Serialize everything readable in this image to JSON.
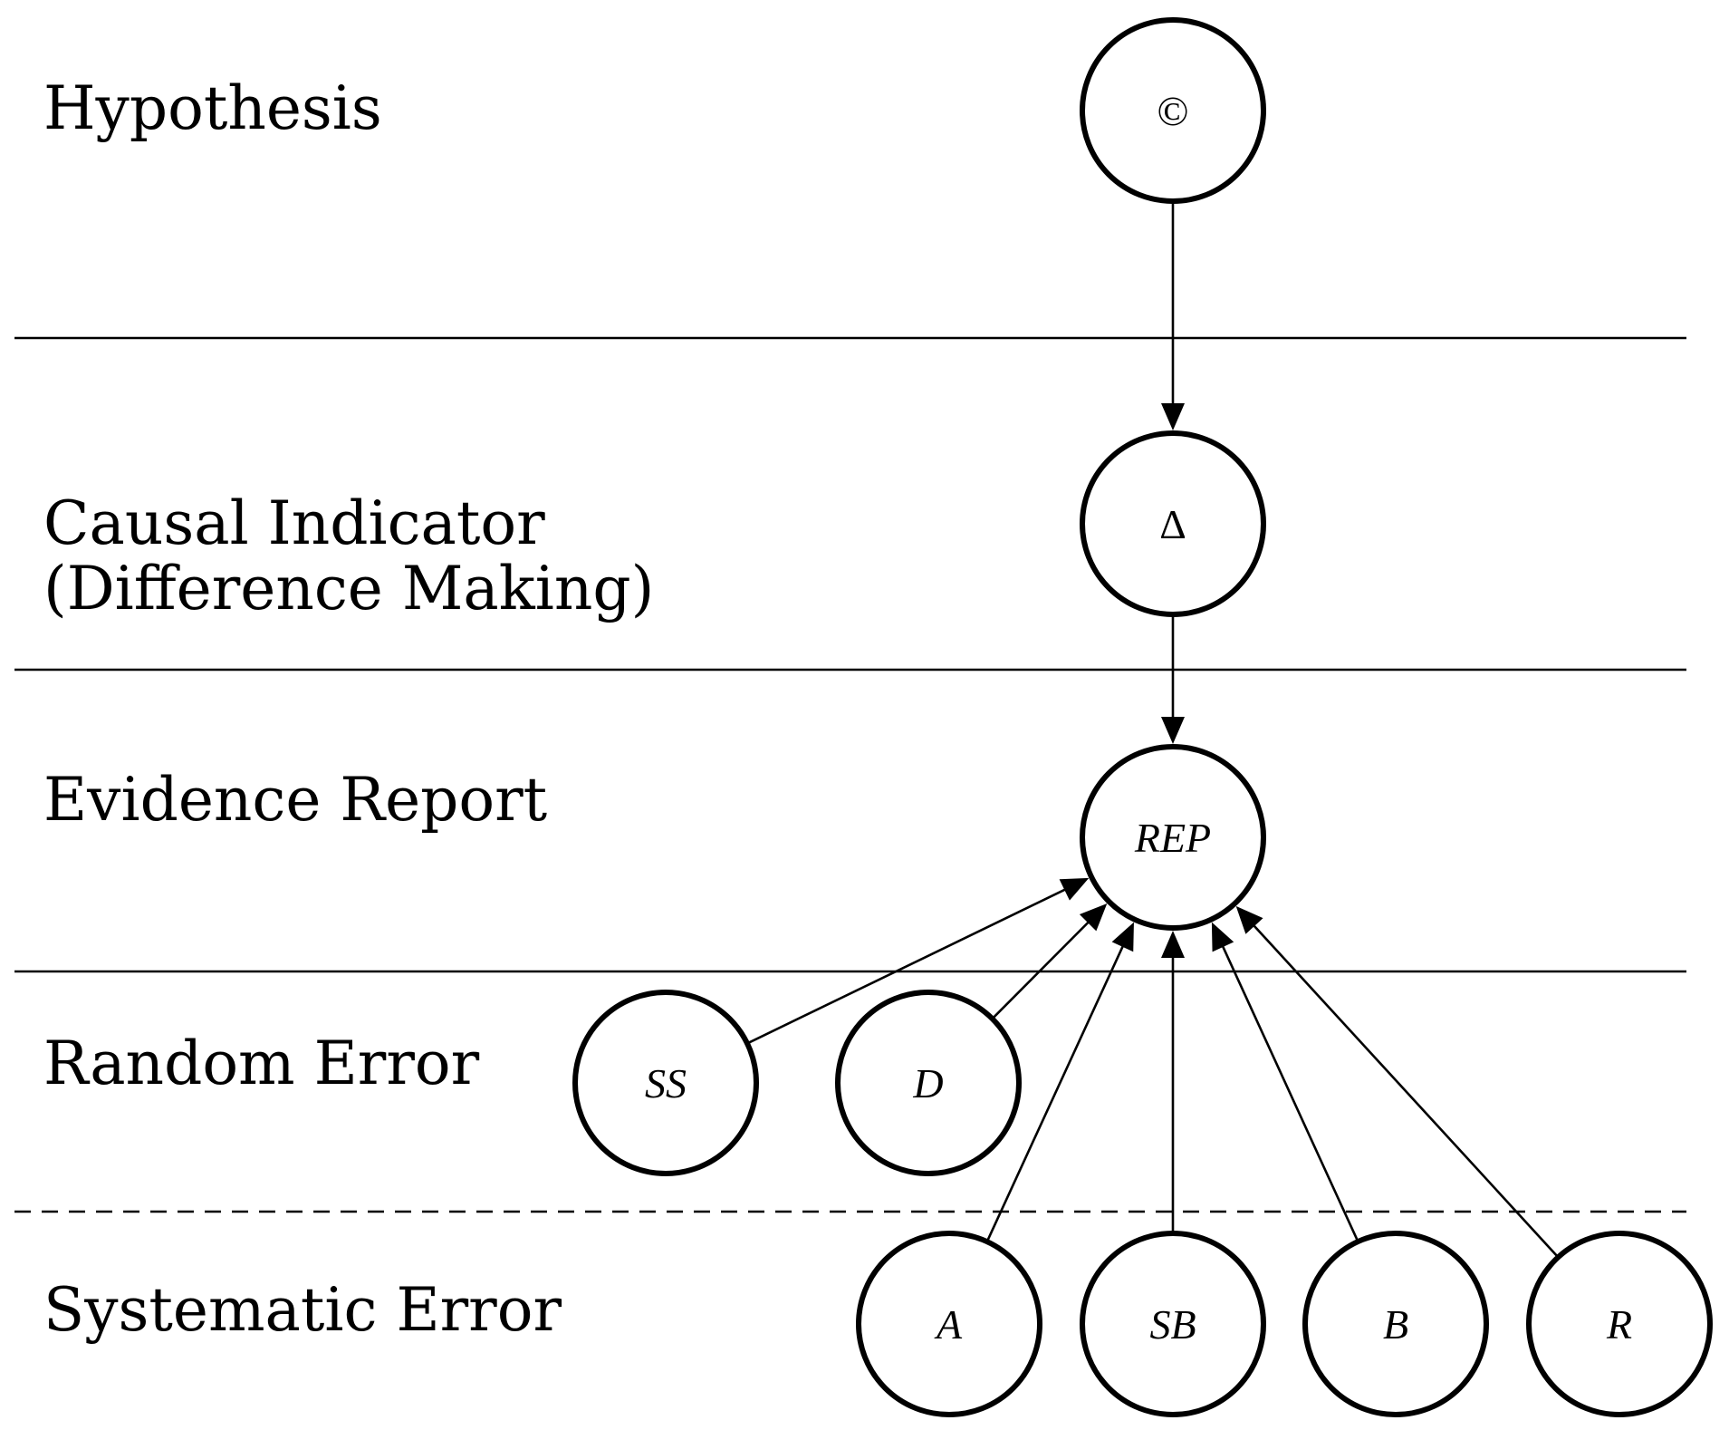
{
  "levels": [
    {
      "id": "hypothesis",
      "lines": [
        "Hypothesis"
      ]
    },
    {
      "id": "causal",
      "lines": [
        "Causal Indicator",
        "(Difference Making)"
      ]
    },
    {
      "id": "evidence",
      "lines": [
        "Evidence Report"
      ]
    },
    {
      "id": "random",
      "lines": [
        "Random Error"
      ]
    },
    {
      "id": "systematic",
      "lines": [
        "Systematic Error"
      ]
    }
  ],
  "nodes": [
    {
      "id": "C",
      "label": "©",
      "italic": false
    },
    {
      "id": "Delta",
      "label": "Δ",
      "italic": false
    },
    {
      "id": "REP",
      "label": "REP",
      "italic": true
    },
    {
      "id": "SS",
      "label": "SS",
      "italic": true
    },
    {
      "id": "D",
      "label": "D",
      "italic": true
    },
    {
      "id": "A",
      "label": "A",
      "italic": true
    },
    {
      "id": "SB",
      "label": "SB",
      "italic": true
    },
    {
      "id": "B",
      "label": "B",
      "italic": true
    },
    {
      "id": "R",
      "label": "R",
      "italic": true
    }
  ],
  "edges": [
    {
      "from": "C",
      "to": "Delta"
    },
    {
      "from": "Delta",
      "to": "REP"
    },
    {
      "from": "SS",
      "to": "REP"
    },
    {
      "from": "D",
      "to": "REP"
    },
    {
      "from": "A",
      "to": "REP"
    },
    {
      "from": "SB",
      "to": "REP"
    },
    {
      "from": "B",
      "to": "REP"
    },
    {
      "from": "R",
      "to": "REP"
    }
  ],
  "dividers": [
    {
      "style": "solid"
    },
    {
      "style": "solid"
    },
    {
      "style": "solid"
    },
    {
      "style": "dashed"
    }
  ]
}
